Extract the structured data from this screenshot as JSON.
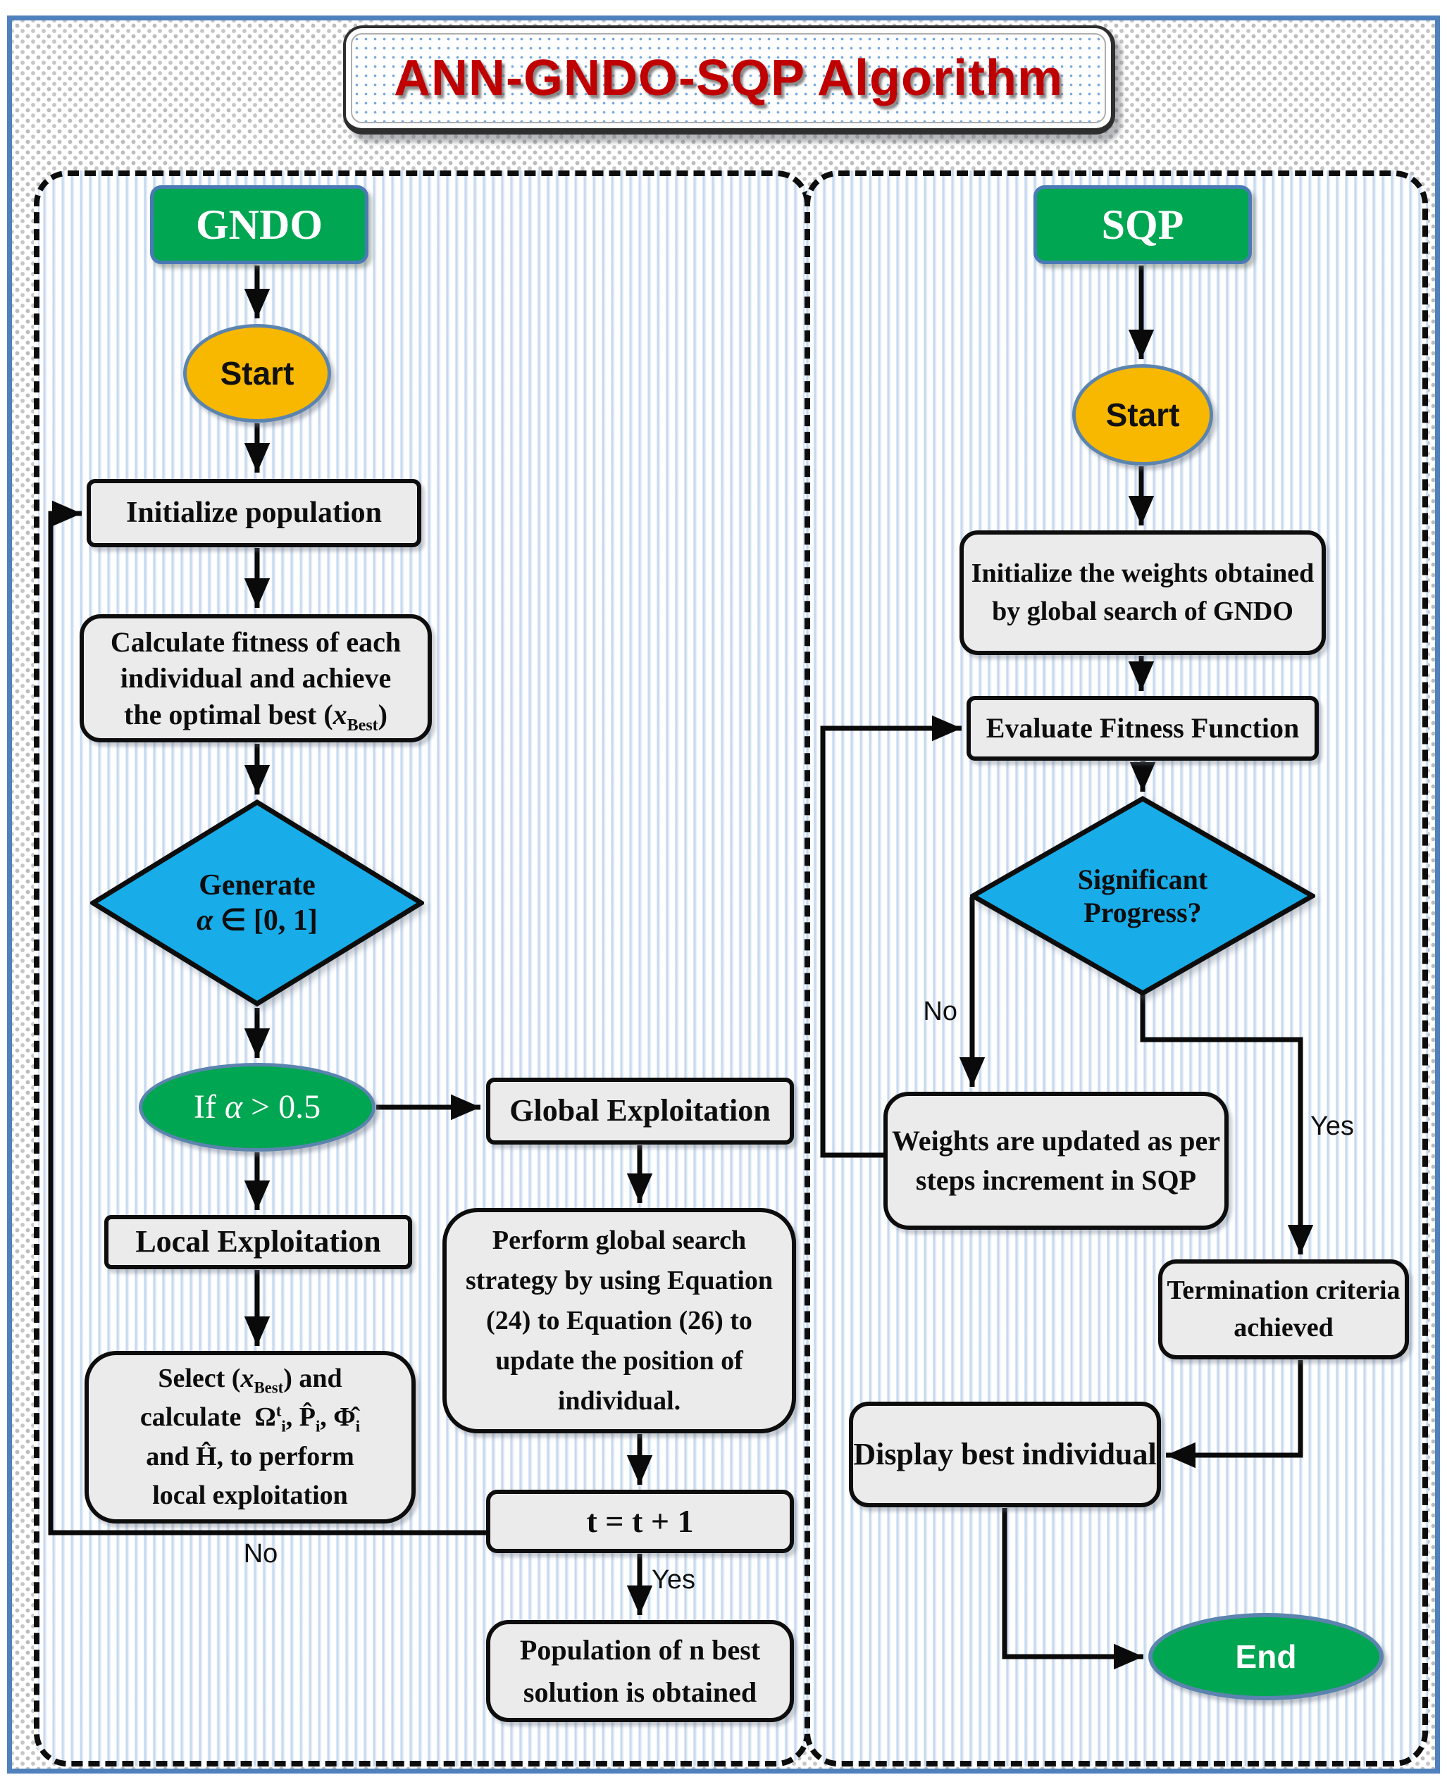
{
  "title": "ANN-GNDO-SQP Algorithm",
  "colors": {
    "green": "#00a651",
    "orange": "#f9b800",
    "cyan": "#18ace8",
    "title_red": "#c00000",
    "box_gray": "#ebebeb",
    "frame_blue": "#4f81bd"
  },
  "gndo": {
    "header": "GNDO",
    "start": "Start",
    "initialize": "Initialize population",
    "calculate_html": "Calculate fitness of each<br>individual and achieve<br>the optimal best (<i>x</i><sub>Best</sub>)",
    "generate_line1": "Generate",
    "generate_line2_html": "<i>α</i> ∈ [0, 1]",
    "if_alpha_html": "If <i>α</i> > 0.5",
    "local": "Local Exploitation",
    "global": "Global Exploitation",
    "select_html": "Select (<i>x</i><sub>Best</sub>) and<br>calculate &nbsp;Ω<sup>t</sup><sub>i</sub>, P̂<sub>i</sub>, Φ̂<sub>i</sub><br>and Ĥ, to perform<br>local exploitation",
    "perform": "Perform global search strategy by using Equation (24) to Equation (26) to update the position of individual.",
    "t_update": "t = t + 1",
    "population": "Population of n best solution is obtained",
    "no_label": "No",
    "yes_label": "Yes"
  },
  "sqp": {
    "header": "SQP",
    "start": "Start",
    "init_weights": "Initialize the weights obtained by global search of GNDO",
    "evaluate": "Evaluate Fitness Function",
    "significant": "Significant Progress?",
    "weights_update": "Weights are updated as per steps increment in SQP",
    "termination": "Termination criteria achieved",
    "display": "Display best individual",
    "end": "End",
    "no_label": "No",
    "yes_label": "Yes"
  }
}
